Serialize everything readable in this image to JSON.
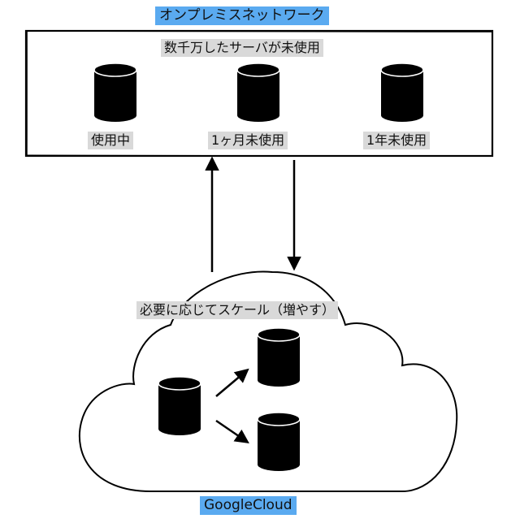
{
  "onprem": {
    "title": "オンプレミスネットワーク",
    "subtitle": "数千万したサーバが未使用",
    "servers": [
      {
        "label": "使用中"
      },
      {
        "label": "1ヶ月未使用"
      },
      {
        "label": "1年未使用"
      }
    ]
  },
  "cloud": {
    "caption": "必要に応じてスケール（増やす）",
    "name": "GoogleCloud"
  },
  "colors": {
    "title_bg": "#5aaaf0",
    "label_bg": "#d9d9d9",
    "ink": "#000000"
  }
}
